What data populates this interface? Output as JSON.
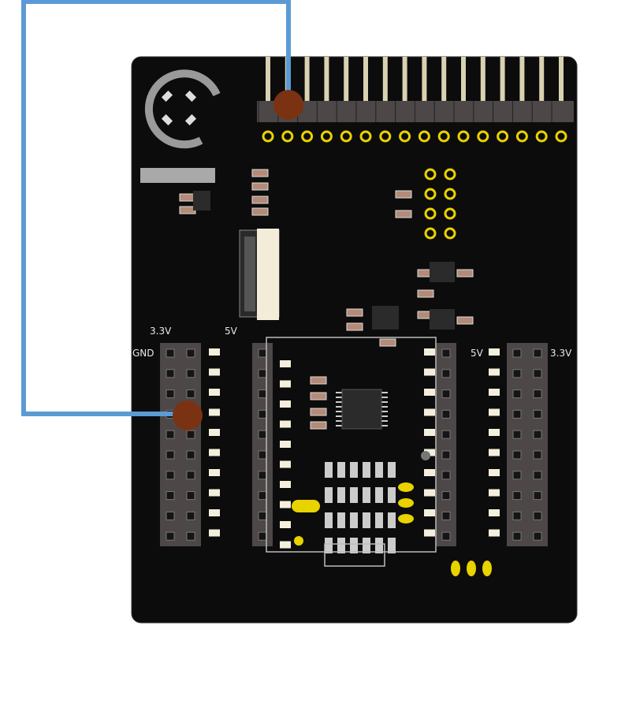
{
  "labels": {
    "left_top_3v3": "3.3V",
    "left_top_5v": "5V",
    "left_gnd": "GND",
    "right_5v": "5V",
    "right_3v3": "3.3V"
  },
  "colors": {
    "board": "#0c0c0c",
    "wire": "#5b9bd5",
    "connection_dot": "#7b3212",
    "header_body": "#4d4747",
    "pad_gold": "#e8d200",
    "silkscreen": "#e8e8e8"
  }
}
